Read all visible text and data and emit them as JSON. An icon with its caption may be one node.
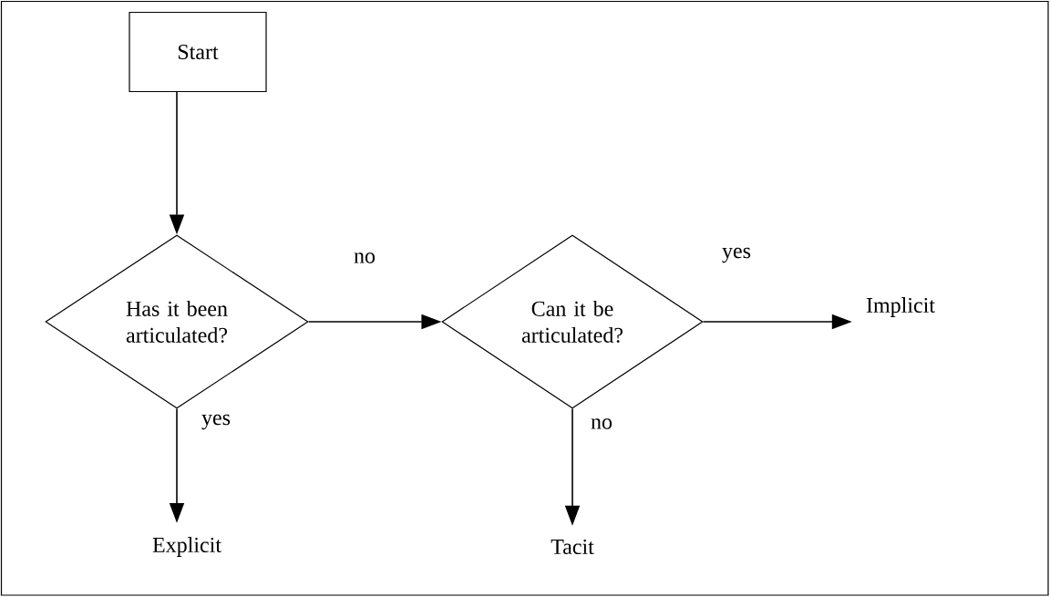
{
  "diagram": {
    "nodes": [
      {
        "text": [
          "Start"
        ]
      },
      {
        "text": [
          "Has it been articulated?"
        ]
      },
      {
        "text": [
          "Can it be articulated?"
        ]
      },
      {
        "text": [
          "Implicit"
        ]
      },
      {
        "text": [
          "Explicit"
        ]
      },
      {
        "text": [
          "Tacit"
        ]
      }
    ],
    "edges": [
      {
        "from": 0,
        "to": 1,
        "arrow": "to"
      },
      {
        "from": 1,
        "to": 2,
        "arrow": "to",
        "label": "no"
      },
      {
        "from": 2,
        "to": 3,
        "arrow": "to",
        "label": "yes"
      },
      {
        "from": 1,
        "to": 4,
        "arrow": "to",
        "label": "yes"
      },
      {
        "from": 2,
        "to": 5,
        "arrow": "to",
        "label": "no"
      }
    ]
  }
}
